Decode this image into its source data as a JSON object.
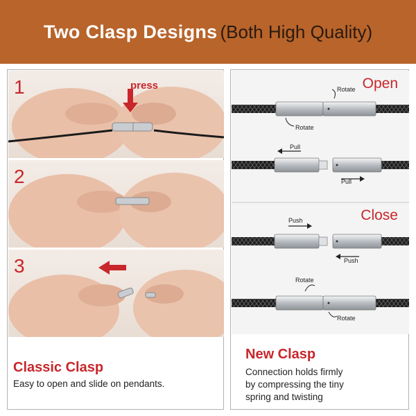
{
  "banner": {
    "title": "Two Clasp Designs",
    "subtitle": "(Both High Quality)",
    "color": "#b8642a"
  },
  "left": {
    "steps": [
      {
        "number": "1"
      },
      {
        "number": "2"
      },
      {
        "number": "3"
      }
    ],
    "press_label": "press",
    "caption_title": "Classic Clasp",
    "caption_text": "Easy to open and slide on pendants."
  },
  "right": {
    "open_label": "Open",
    "close_label": "Close",
    "rotate_label": "Rotate",
    "pull_label": "Pull",
    "push_label": "Push",
    "caption_title": "New Clasp",
    "caption_lines": [
      "Connection holds firmly",
      "by compressing the tiny",
      "spring and twisting"
    ]
  },
  "colors": {
    "accent_red": "#c8262b",
    "cord": "#1a1a1a",
    "metal": "#c9ccd0"
  }
}
